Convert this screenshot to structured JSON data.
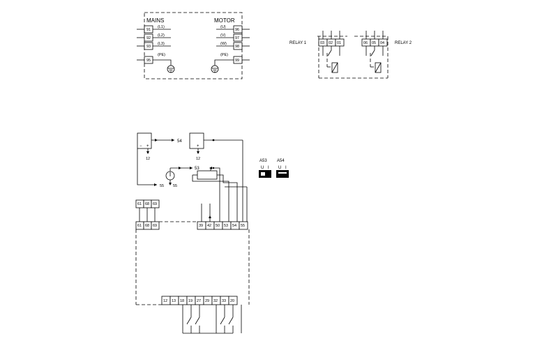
{
  "power": {
    "mains_label": "MAINS",
    "motor_label": "MOTOR",
    "mains_terminals": [
      {
        "num": "91",
        "tag": "(L1)"
      },
      {
        "num": "92",
        "tag": "(L2)"
      },
      {
        "num": "93",
        "tag": "(L3)"
      },
      {
        "num": "95",
        "tag": "(PE)"
      }
    ],
    "motor_terminals": [
      {
        "num": "96",
        "tag": "(U)"
      },
      {
        "num": "97",
        "tag": "(V)"
      },
      {
        "num": "98",
        "tag": "(W)"
      },
      {
        "num": "99",
        "tag": "(PE)"
      }
    ]
  },
  "relays": {
    "relay1_label": "RELAY 1",
    "relay2_label": "RELAY 2",
    "relay1_terminals": [
      "03",
      "02",
      "01"
    ],
    "relay2_terminals": [
      "06",
      "05",
      "04"
    ]
  },
  "control": {
    "supply_refs": {
      "out_left": "54",
      "gnd_left": "12",
      "gnd_right": "12",
      "pot_in": "53",
      "meter_out_a": "55",
      "meter_out_b": "55"
    },
    "analog_row": [
      "61",
      "68",
      "69",
      "39",
      "42",
      "50",
      "53",
      "54",
      "55"
    ],
    "comm_row": [
      "61",
      "68",
      "69"
    ],
    "digital_row": [
      "12",
      "13",
      "18",
      "19",
      "27",
      "29",
      "32",
      "33",
      "20"
    ]
  },
  "switches": {
    "a53_label": "A53",
    "a54_label": "A54",
    "a53_u": "U",
    "a53_i": "I",
    "a54_u": "U",
    "a54_i": "I"
  }
}
